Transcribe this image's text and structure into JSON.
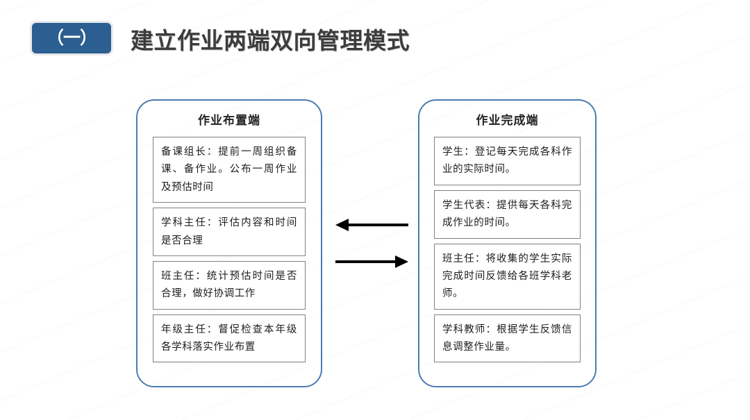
{
  "header": {
    "badge_label": "（一）",
    "badge_color": "#2c5f91",
    "title": "建立作业两端双向管理模式",
    "title_color": "#3c3c3c"
  },
  "diagram": {
    "panel_border_color": "#4a7cb0",
    "card_border_color": "#808080",
    "arrow_color": "#000000",
    "left_panel": {
      "title": "作业布置端",
      "cards": [
        {
          "text": "备课组长：提前一周组织备课、备作业。公布一周作业及预估时间"
        },
        {
          "text": "学科主任：评估内容和时间是否合理"
        },
        {
          "text": "班主任：统计预估时间是否合理，做好协调工作"
        },
        {
          "text": "年级主任：督促检查本年级各学科落实作业布置"
        }
      ]
    },
    "right_panel": {
      "title": "作业完成端",
      "cards": [
        {
          "text": "学生：登记每天完成各科作业的实际时间。"
        },
        {
          "text": "学生代表：提供每天各科完成作业的时间。"
        },
        {
          "text": "班主任：将收集的学生实际完成时间反馈给各班学科老师。"
        },
        {
          "text": "学科教师：根据学生反馈信息调整作业量。"
        }
      ]
    },
    "arrows": [
      {
        "name": "arrow-right-to-left",
        "direction": "left"
      },
      {
        "name": "arrow-left-to-right",
        "direction": "right"
      }
    ]
  }
}
